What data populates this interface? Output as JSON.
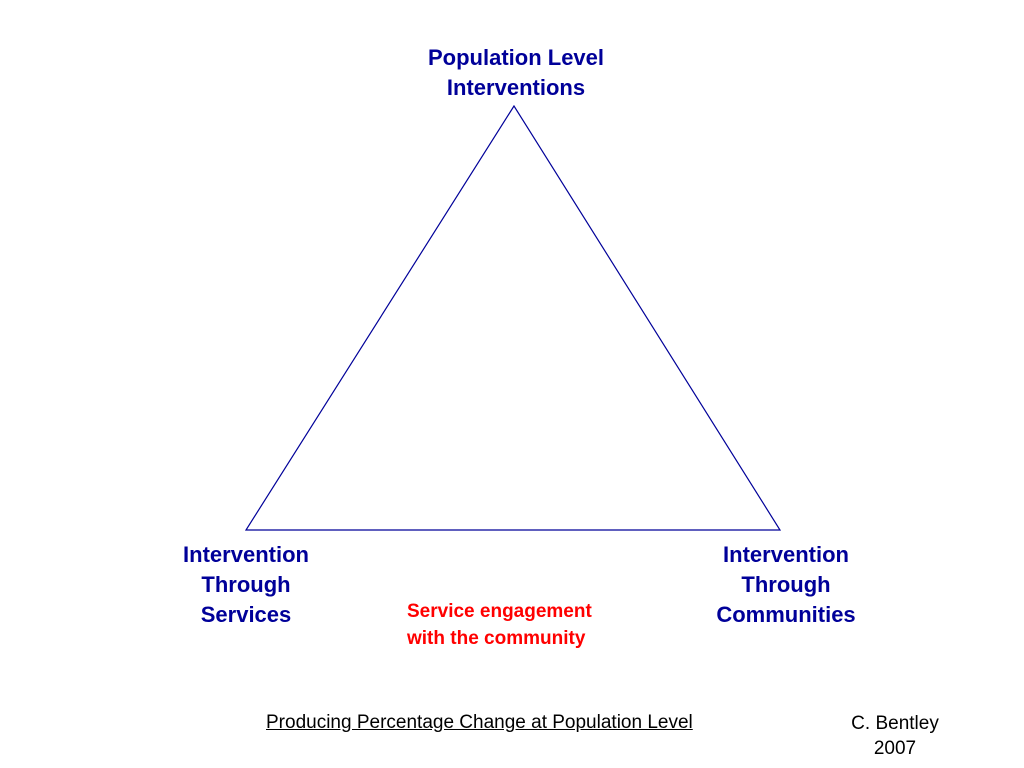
{
  "diagram": {
    "line_color": "#000099",
    "nodes": {
      "top": {
        "lines": [
          "Population Level",
          "Interventions"
        ]
      },
      "left": {
        "lines": [
          "Intervention",
          "Through",
          "Services"
        ]
      },
      "right": {
        "lines": [
          "Intervention",
          "Through",
          "Communities"
        ]
      }
    },
    "edge_label": {
      "lines": [
        "Service engagement",
        "with the community"
      ],
      "color": "#ff0000"
    }
  },
  "footer": {
    "caption": "Producing Percentage Change at Population Level",
    "author_lines": [
      "C. Bentley",
      "2007"
    ]
  }
}
